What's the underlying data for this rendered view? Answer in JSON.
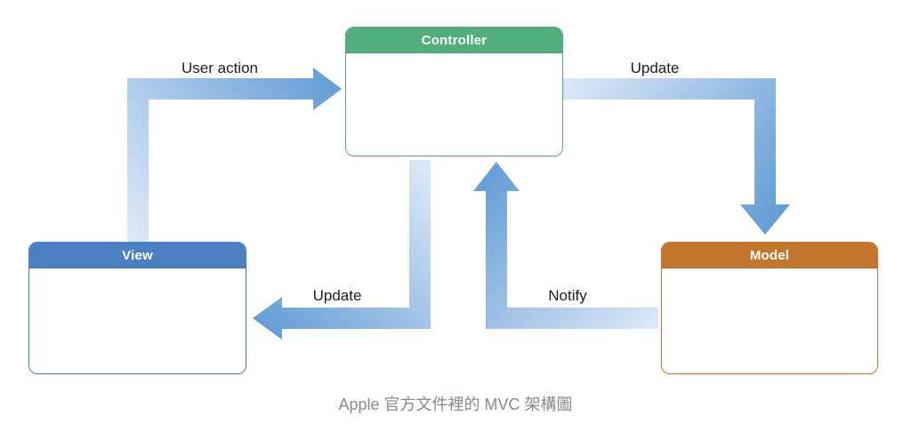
{
  "diagram": {
    "title_caption": "Apple 官方文件裡的 MVC 架構圖",
    "boxes": {
      "controller": {
        "label": "Controller",
        "header_color": "#52ae7c",
        "border_color": "#58ac80"
      },
      "view": {
        "label": "View",
        "header_color": "#4a7fc1",
        "border_color": "#4a7fc1"
      },
      "model": {
        "label": "Model",
        "header_color": "#c2762b",
        "border_color": "#c2762b"
      }
    },
    "arrows": {
      "user_action": {
        "label": "User action",
        "from": "View",
        "to": "Controller"
      },
      "update_model": {
        "label": "Update",
        "from": "Controller",
        "to": "Model"
      },
      "update_view": {
        "label": "Update",
        "from": "Controller",
        "to": "View"
      },
      "notify": {
        "label": "Notify",
        "from": "Model",
        "to": "Controller"
      },
      "gradient_light_color": "#dbe8f7",
      "gradient_dark_color": "#649dd6"
    },
    "colors": {
      "background": "#ffffff",
      "label_text": "#1d1d1f",
      "caption_text": "#8a8a8a"
    }
  }
}
